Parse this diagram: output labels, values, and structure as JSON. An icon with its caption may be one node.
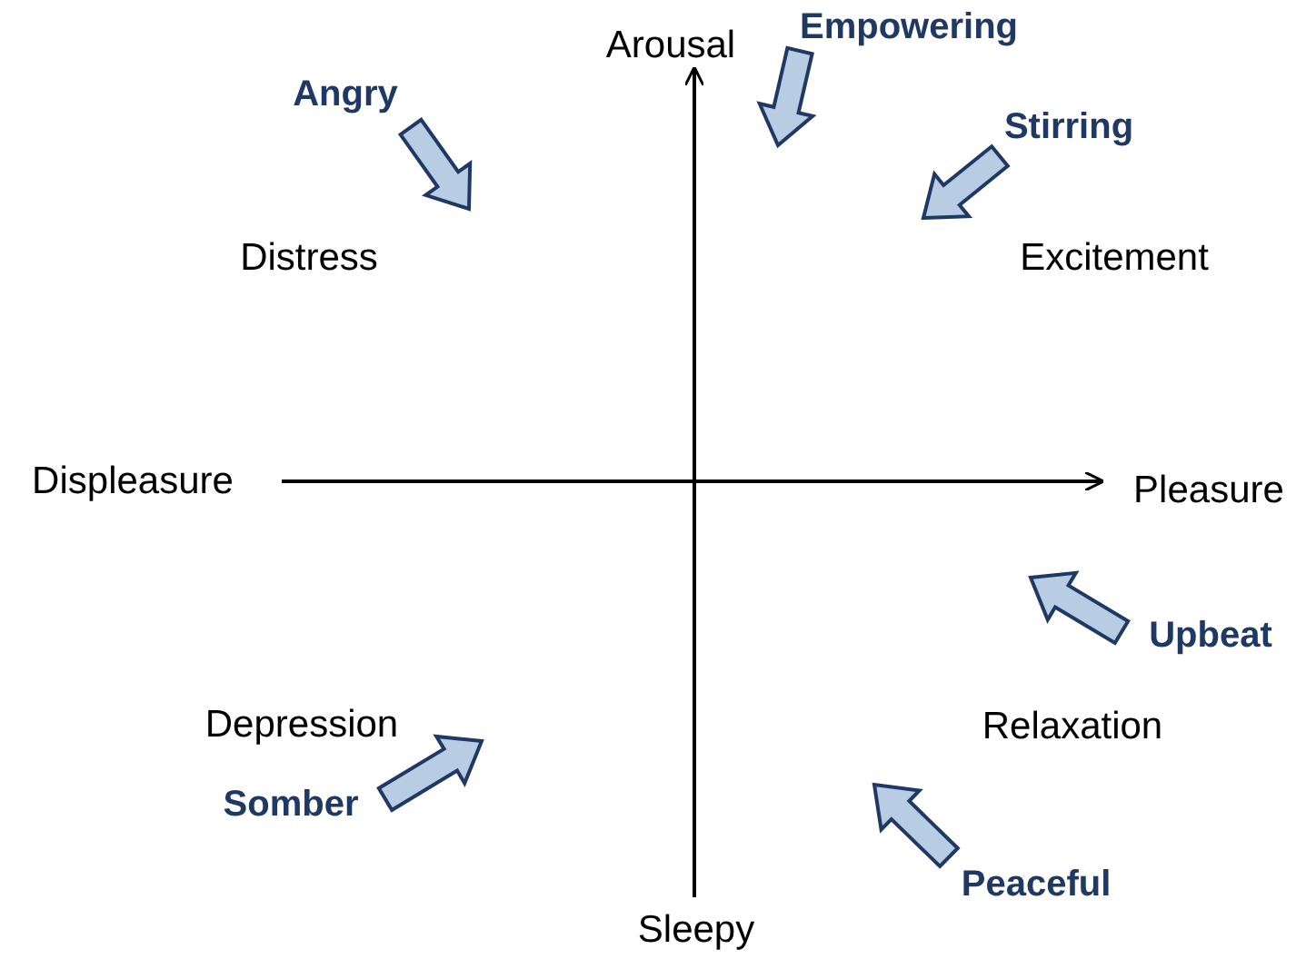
{
  "diagram": {
    "nodes": [
      {
        "text": [
          "Angry"
        ]
      },
      {
        "text": [
          "Empowering"
        ]
      },
      {
        "text": [
          "Stirring"
        ]
      },
      {
        "text": [
          "Upbeat"
        ]
      },
      {
        "text": [
          "Somber"
        ]
      },
      {
        "text": [
          "Peaceful"
        ]
      }
    ],
    "edges": [
      {
        "from": 0,
        "to": null,
        "arrow": "to",
        "style": "thick"
      },
      {
        "from": 1,
        "to": null,
        "arrow": "to",
        "style": "thick"
      },
      {
        "from": 2,
        "to": null,
        "arrow": "to",
        "style": "thick"
      },
      {
        "from": 3,
        "to": null,
        "arrow": "to",
        "style": "thick"
      },
      {
        "from": 4,
        "to": null,
        "arrow": "to",
        "style": "thick"
      },
      {
        "from": 5,
        "to": null,
        "arrow": "to",
        "style": "thick"
      }
    ],
    "labels": [
      "Arousal",
      "Distress",
      "Excitement",
      "Displeasure",
      "Pleasure",
      "Depression",
      "Relaxation",
      "Sleepy"
    ]
  }
}
